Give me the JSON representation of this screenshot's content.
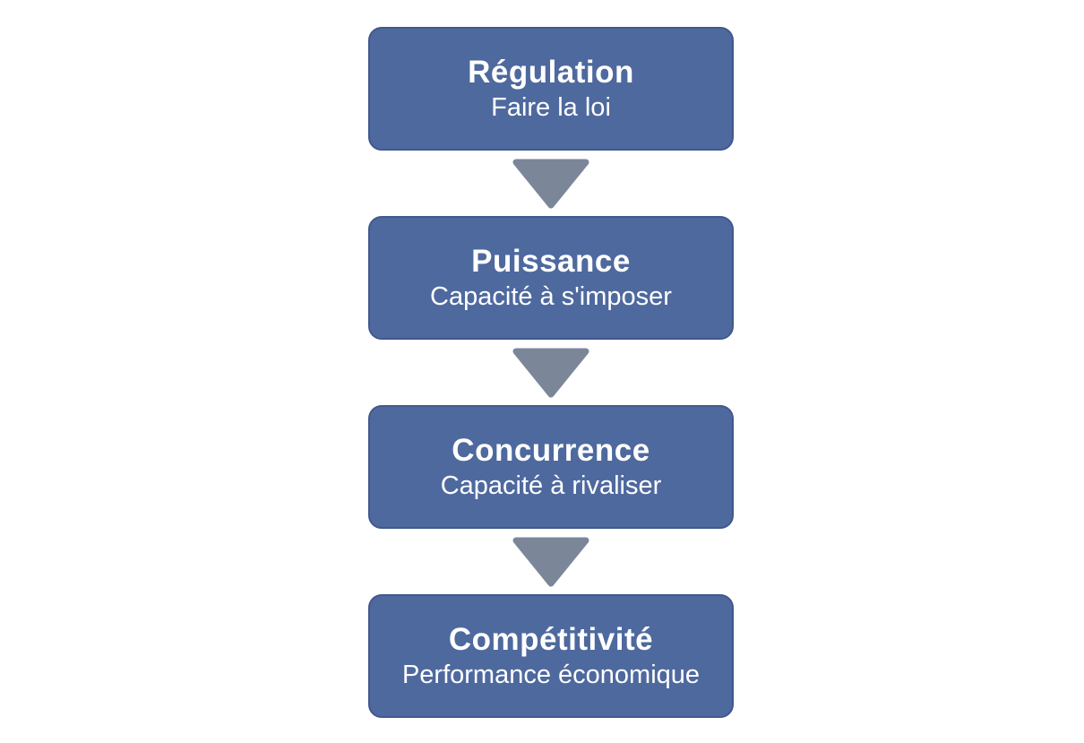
{
  "diagram": {
    "type": "vertical-flow",
    "steps": [
      {
        "title": "Régulation",
        "subtitle": "Faire la loi"
      },
      {
        "title": "Puissance",
        "subtitle": "Capacité à s'imposer"
      },
      {
        "title": "Concurrence",
        "subtitle": "Capacité à rivaliser"
      },
      {
        "title": "Compétitivité",
        "subtitle": "Performance économique"
      }
    ],
    "connector_icon": "down-triangle-arrow",
    "colors": {
      "box_fill": "#4e699e",
      "box_border": "#42588d",
      "box_text": "#ffffff",
      "arrow": "#7b8799",
      "background": "#ffffff"
    }
  }
}
